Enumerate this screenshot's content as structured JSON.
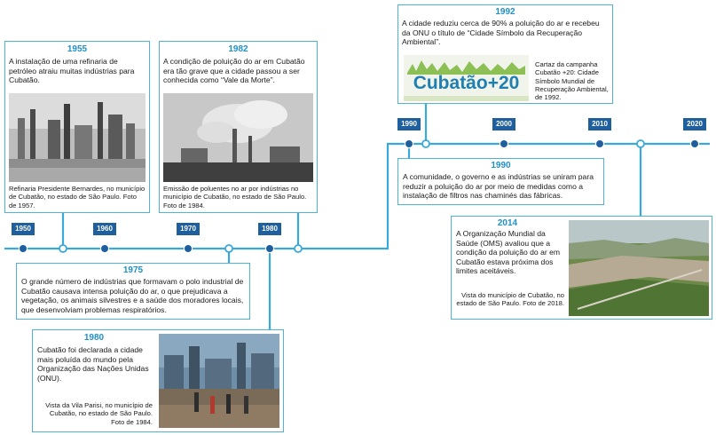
{
  "axis_years": [
    "1950",
    "1960",
    "1970",
    "1980",
    "1990",
    "2000",
    "2010",
    "2020"
  ],
  "events": {
    "e1955": {
      "year": "1955",
      "text": "A instalação de uma refinaria de petróleo atraiu muitas indústrias para Cubatão.",
      "caption": "Refinaria Presidente Bernardes, no município de Cubatão, no estado de São Paulo. Foto de 1957."
    },
    "e1982": {
      "year": "1982",
      "text": "A condição de poluição do ar em Cubatão era tão grave que a cidade passou a ser conhecida como “Vale da Morte”.",
      "caption": "Emissão de poluentes no ar por indústrias no município de Cubatão, no estado de São Paulo. Foto de 1984."
    },
    "e1992": {
      "year": "1992",
      "text": "A cidade reduziu cerca de 90% a poluição do ar e recebeu da ONU o título de “Cidade Símbolo da Recuperação Ambiental”.",
      "poster": "Cubatão+20",
      "caption": "Cartaz da campanha Cubatão +20: Cidade Símbolo Mundial de Recuperação Ambiental, de 1992."
    },
    "e1975": {
      "year": "1975",
      "text": "O grande número de indústrias que formavam o polo industrial de Cubatão causava intensa poluição do ar, o que prejudicava a vegetação, os animais silvestres e a saúde dos moradores locais, que desenvolviam problemas respiratórios."
    },
    "e1990": {
      "year": "1990",
      "text": "A comunidade, o governo e as indústrias se uniram para reduzir a poluição do ar por meio de medidas como a instalação de filtros nas chaminés das fábricas."
    },
    "e1980": {
      "year": "1980",
      "text": "Cubatão foi declarada a cidade mais poluída do mundo pela Organização das Nações Unidas (ONU).",
      "caption": "Vista da Vila Parisi, no município de Cubatão, no estado de São Paulo. Foto de 1984."
    },
    "e2014": {
      "year": "2014",
      "text": "A Organização Mundial da Saúde (OMS) avaliou que a condição da poluição do ar em Cubatão estava próxima dos limites aceitáveis.",
      "caption": "Vista do município de Cubatão, no estado de São Paulo. Foto de 2018."
    }
  },
  "colors": {
    "line": "#3aa8db",
    "node": "#1f5f9e",
    "label_bg": "#1f5f9e",
    "title": "#1e8fc8"
  }
}
